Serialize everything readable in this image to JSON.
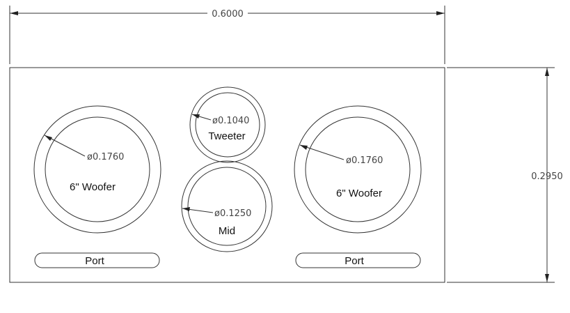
{
  "dimensions": {
    "width_label": "0.6000",
    "height_label": "0.2950"
  },
  "speakers": {
    "left_woofer": {
      "label": "6\" Woofer",
      "diameter_label": "ø0.1760"
    },
    "tweeter": {
      "label": "Tweeter",
      "diameter_label": "ø0.1040"
    },
    "mid": {
      "label": "Mid",
      "diameter_label": "ø0.1250"
    },
    "right_woofer": {
      "label": "6\" Woofer",
      "diameter_label": "ø0.1760"
    }
  },
  "ports": {
    "left": {
      "label": "Port"
    },
    "right": {
      "label": "Port"
    }
  },
  "colors": {
    "line": "#333333",
    "text": "#111111",
    "dim_text": "#444444"
  }
}
